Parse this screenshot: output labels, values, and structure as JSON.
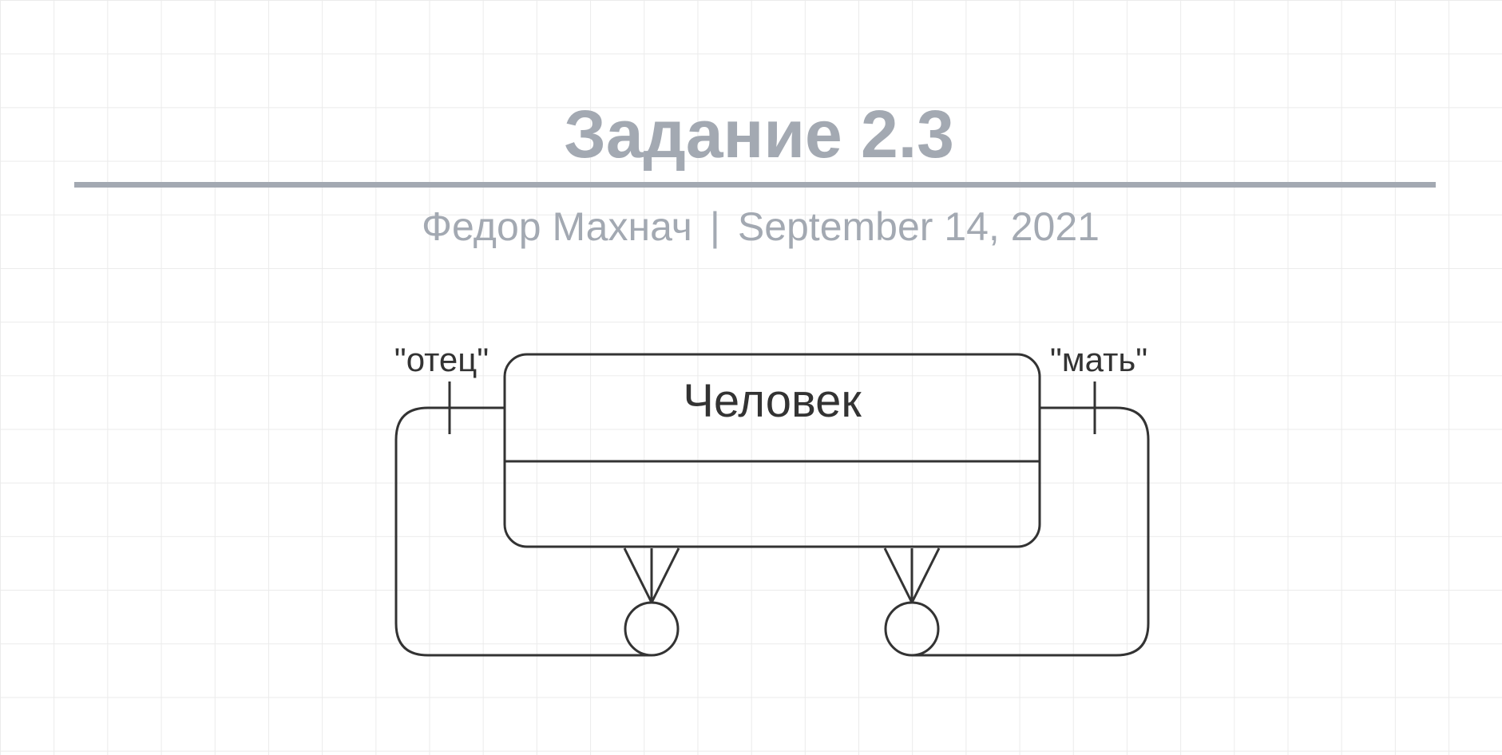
{
  "header": {
    "title": "Задание 2.3",
    "author": "Федор Махнач",
    "separator": "|",
    "date": "September 14, 2021"
  },
  "diagram": {
    "entity": {
      "name": "Человек"
    },
    "relationships": [
      {
        "role": "\"отец\""
      },
      {
        "role": "\"мать\""
      }
    ]
  },
  "colors": {
    "header_text": "#a3a9b2",
    "lines": "#333333",
    "grid": "#ebebeb"
  }
}
